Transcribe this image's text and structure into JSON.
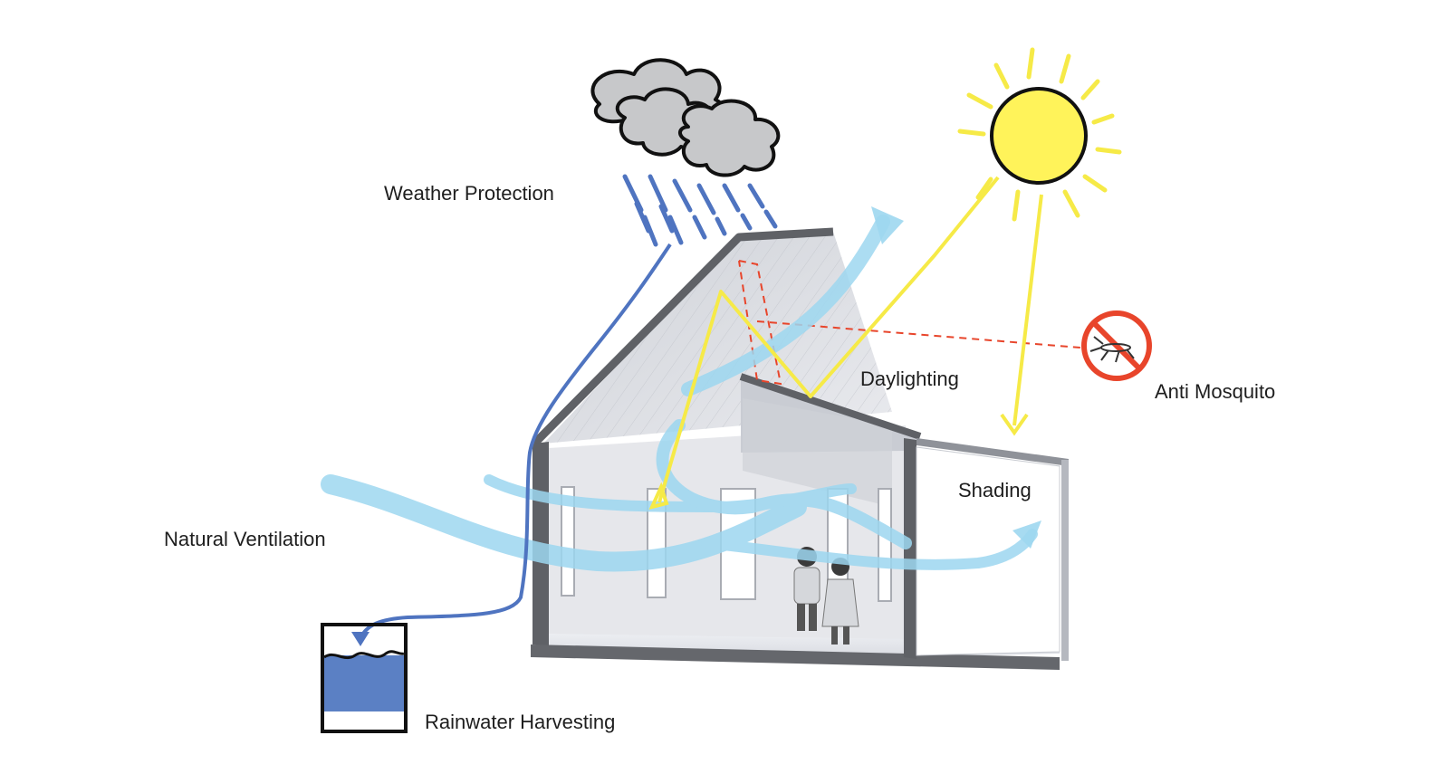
{
  "labels": {
    "weather_protection": "Weather Protection",
    "daylighting": "Daylighting",
    "anti_mosquito": "Anti Mosquito",
    "shading": "Shading",
    "natural_ventilation": "Natural Ventilation",
    "rainwater_harvesting": "Rainwater Harvesting"
  },
  "colors": {
    "sun": "#fff35a",
    "sun_ray": "#f6ea47",
    "cloud": "#c7c8ca",
    "rain": "#4f74c0",
    "water": "#5b80c4",
    "airflow": "#9dd7f0",
    "mosquito_ring": "#e8452b",
    "screen_line": "#e8452b",
    "building_wall": "#e4e5e8",
    "building_dark": "#5f6166"
  },
  "icons": [
    "cloud-icon",
    "sun-icon",
    "mosquito-icon",
    "water-tank-icon",
    "rain-drops-icon"
  ]
}
